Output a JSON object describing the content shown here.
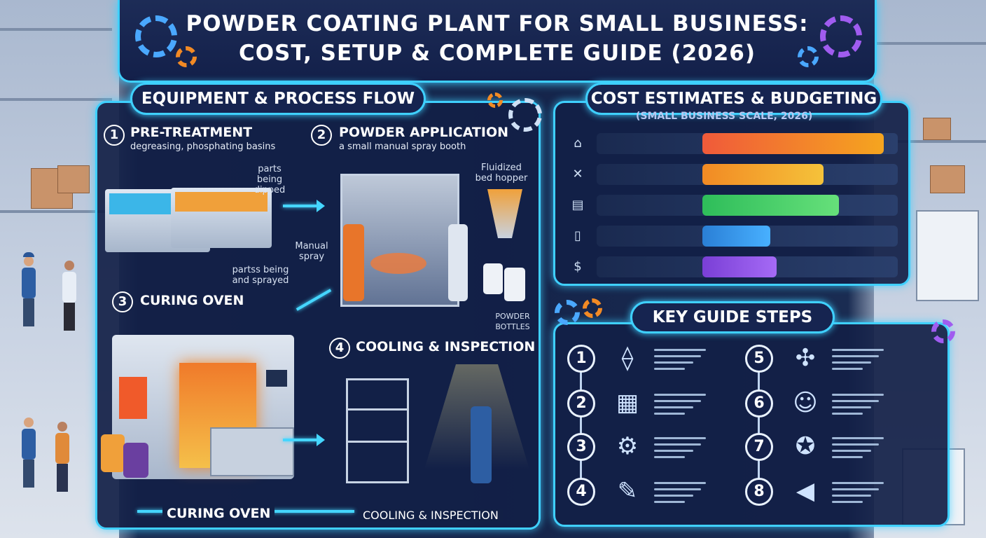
{
  "title": {
    "line1": "POWDER COATING PLANT FOR SMALL BUSINESS:",
    "line2": "COST, SETUP & COMPLETE GUIDE (2026)"
  },
  "process": {
    "header": "EQUIPMENT & PROCESS FLOW",
    "steps": [
      {
        "num": "1",
        "title": "PRE-TREATMENT",
        "subtitle": "degreasing, phosphating basins"
      },
      {
        "num": "2",
        "title": "POWDER APPLICATION",
        "subtitle": "a small manual spray booth"
      },
      {
        "num": "3",
        "title": "CURING OVEN",
        "subtitle": ""
      },
      {
        "num": "4",
        "title": "COOLING & INSPECTION",
        "subtitle": ""
      }
    ],
    "notes": {
      "parts_dipped": "parts being dipped",
      "parts_sprayed": "partss being and sprayed",
      "manual_spray": "Manual spray",
      "hopper": "Fluidized bed hopper",
      "bottles": "POWDER BOTTLES"
    },
    "bottom_flow": {
      "left": "CURING OVEN",
      "right": "COOLING & INSPECTION"
    }
  },
  "cost": {
    "header": "COST ESTIMATES & BUDGETING",
    "subheader": "(SMALL BUSINESS SCALE, 2026)",
    "rows": [
      {
        "icon": "garage-icon",
        "glyph": "⌂",
        "fill": 0.93,
        "color_from": "#f05a3a",
        "color_to": "#f5a51f"
      },
      {
        "icon": "tools-icon",
        "glyph": "✕",
        "fill": 0.62,
        "color_from": "#f28a24",
        "color_to": "#f5c23a"
      },
      {
        "icon": "clipboard-icon",
        "glyph": "▤",
        "fill": 0.7,
        "color_from": "#2ebd5a",
        "color_to": "#66e07a"
      },
      {
        "icon": "jar-icon",
        "glyph": "▯",
        "fill": 0.35,
        "color_from": "#2a7fd6",
        "color_to": "#48b0ff"
      },
      {
        "icon": "dollar-icon",
        "glyph": "$",
        "fill": 0.38,
        "color_from": "#7a3fd6",
        "color_to": "#a56af5"
      }
    ]
  },
  "guide": {
    "header": "KEY GUIDE STEPS",
    "left_numbers": [
      "1",
      "2",
      "3",
      "4"
    ],
    "right_numbers": [
      "5",
      "6",
      "7",
      "8"
    ],
    "left_icons": [
      "compass-icon",
      "blueprint-icon",
      "gear-icon",
      "document-icon"
    ],
    "right_icons": [
      "fan-icon",
      "person-chat-icon",
      "badge-icon",
      "megaphone-icon"
    ]
  },
  "colors": {
    "accent": "#3fd0ff",
    "panel": "#13204a",
    "text": "#ffffff"
  }
}
